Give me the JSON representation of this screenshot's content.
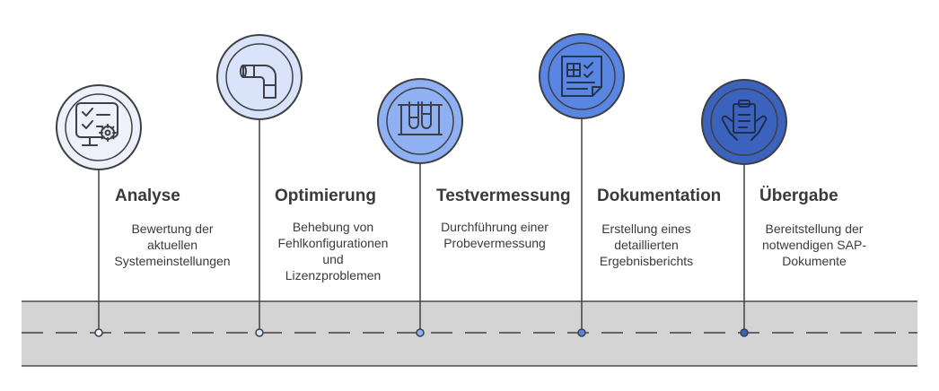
{
  "colors": {
    "road_fill": "#d4d4d4",
    "road_edge": "#4a4a4a",
    "dash": "#3f3f46",
    "pin_line": "#3f3f46",
    "text": "#3a3a3a",
    "icon_stroke": "#3f3f46"
  },
  "steps": [
    {
      "title": "Analyse",
      "desc": [
        "Bewertung der",
        "aktuellen",
        "Systemeinstellungen"
      ],
      "icon": "checklist-gear-icon",
      "fill": "#eef1f9"
    },
    {
      "title": "Optimierung",
      "desc": [
        "Behebung von",
        "Fehlkonfigurationen",
        "und",
        "Lizenzproblemen"
      ],
      "icon": "pipe-elbow-icon",
      "fill": "#d9e3fa"
    },
    {
      "title": "Testvermessung",
      "desc": [
        "Durchführung einer",
        "Probevermessung"
      ],
      "icon": "test-tubes-icon",
      "fill": "#8fb0f2"
    },
    {
      "title": "Dokumentation",
      "desc": [
        "Erstellung eines",
        "detaillierten",
        "Ergebnisberichts"
      ],
      "icon": "report-document-icon",
      "fill": "#5a86e3"
    },
    {
      "title": "Übergabe",
      "desc": [
        "Bereitstellung der",
        "notwendigen SAP-",
        "Dokumente"
      ],
      "icon": "clipboard-handover-icon",
      "fill": "#3b62bc"
    }
  ]
}
